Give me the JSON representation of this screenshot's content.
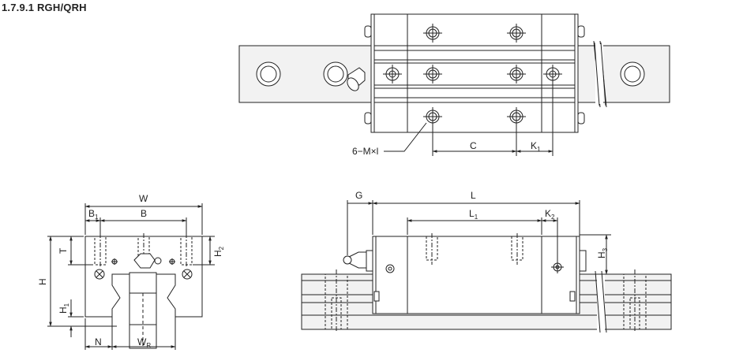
{
  "section_title": "1.7.9.1 RGH/QRH",
  "top_view": {
    "callout": "6−M×l",
    "dim_c": "C",
    "dim_k1": "K",
    "dim_k1_sub": "1"
  },
  "end_view": {
    "dim_w": "W",
    "dim_b1": "B",
    "dim_b1_sub": "1",
    "dim_b": "B",
    "dim_t": "T",
    "dim_h2": "H",
    "dim_h2_sub": "2",
    "dim_h": "H",
    "dim_h1": "H",
    "dim_h1_sub": "1",
    "dim_n": "N",
    "dim_wr": "W",
    "dim_wr_sub": "R"
  },
  "side_view": {
    "dim_g": "G",
    "dim_l": "L",
    "dim_l1": "L",
    "dim_l1_sub": "1",
    "dim_k2": "K",
    "dim_k2_sub": "2",
    "dim_h3": "H",
    "dim_h3_sub": "3"
  }
}
